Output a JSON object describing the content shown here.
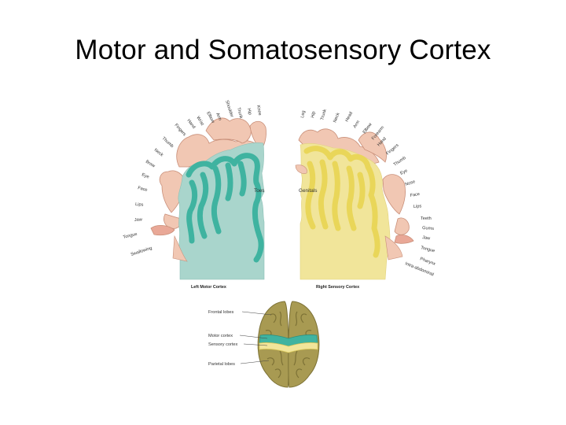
{
  "title": "Motor and Somatosensory Cortex",
  "diagram": {
    "motor_cortex": {
      "caption": "Left Motor Cortex",
      "color": "#a9d5cc",
      "edge_color": "#3fb3a0",
      "labels": [
        "Knee",
        "Hip",
        "Trunk",
        "Shoulder",
        "Arm",
        "Elbow",
        "Wrist",
        "Hand",
        "Fingers",
        "Thumb",
        "Neck",
        "Brow",
        "Eye",
        "Face",
        "Lips",
        "Jaw",
        "Tongue",
        "Swallowing"
      ],
      "toes_label": "Toes"
    },
    "sensory_cortex": {
      "caption": "Right Sensory Cortex",
      "color": "#f1e59a",
      "edge_color": "#e9d659",
      "labels": [
        "Leg",
        "Hip",
        "Trunk",
        "Neck",
        "Head",
        "Arm",
        "Elbow",
        "Forearm",
        "Hand",
        "Fingers",
        "Thumb",
        "Eye",
        "Nose",
        "Face",
        "Lips",
        "Teeth",
        "Gums",
        "Jaw",
        "Tongue",
        "Pharynx",
        "Intra-abdominal"
      ],
      "genitals_label": "Genitals"
    },
    "top_view": {
      "labels": [
        "Frontal lobes",
        "Motor cortex",
        "Sensory cortex",
        "Parietal lobes"
      ],
      "brain_color": "#a89a52"
    }
  }
}
